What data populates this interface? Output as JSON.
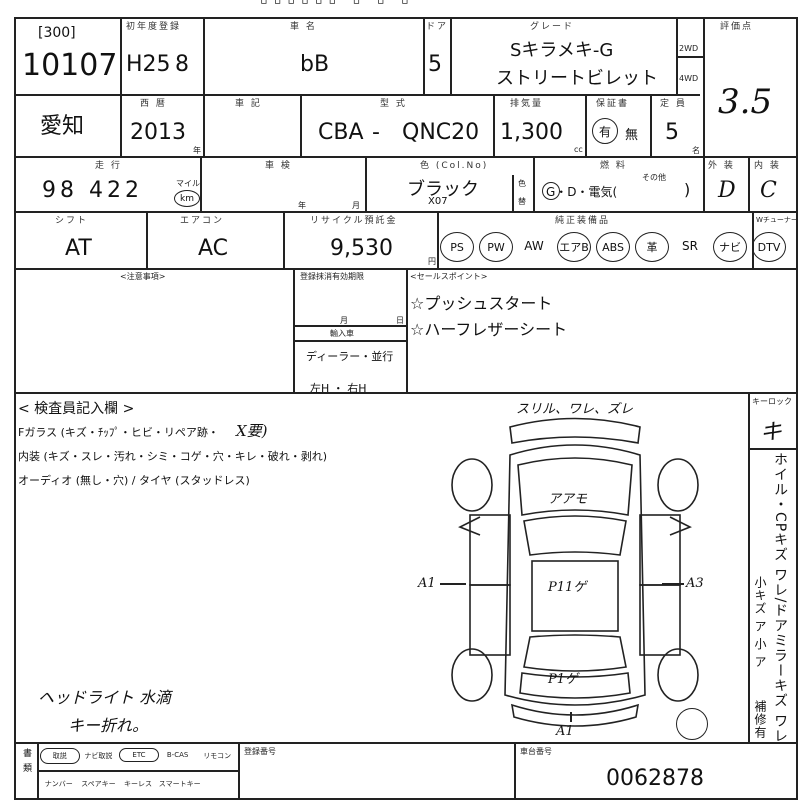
{
  "header": {
    "lot_code": "[300]",
    "lot_number": "10107",
    "year_label": "初年度登録",
    "year": "H25",
    "month": "8",
    "model_label": "車 名",
    "model": "bB",
    "doors_label": "ドア",
    "doors": "5",
    "grade_label": "グレード",
    "grade_line1": "Sキラメキ-G",
    "grade_line2": "ストリートビレット",
    "drive_2wd": "2WD",
    "drive_4wd": "4WD",
    "score_label": "評価点",
    "score": "3.5"
  },
  "row2": {
    "region": "愛知",
    "seireki_label": "西 暦",
    "seireki": "2013",
    "year_unit": "年",
    "shaken_label": "車 記",
    "type_label": "型 式",
    "type_prefix": "CBA",
    "type_dash": "-",
    "type_code": "QNC20",
    "displacement_label": "排気量",
    "displacement": "1,300",
    "cc": "cc",
    "warranty_label": "保証書",
    "warranty_yes": "有",
    "warranty_no": "無",
    "capacity_label": "定 員",
    "capacity": "5",
    "capacity_unit": "名"
  },
  "row3": {
    "mileage_label": "走 行",
    "mileage": "98 422",
    "mile_unit": "マイル",
    "km_unit": "km",
    "inspection_label": "車 検",
    "year_unit": "年",
    "month_unit": "月",
    "color_label": "色 (Col.No)",
    "color": "ブラック",
    "color_code": "X07",
    "color_change_1": "色",
    "color_change_2": "替",
    "fuel_label": "燃 料",
    "fuel_options": "G・D・電気(",
    "fuel_other": "その他",
    "fuel_close": ")",
    "exterior_label": "外 装",
    "exterior": "D",
    "interior_label": "内 装",
    "interior": "C"
  },
  "row4": {
    "shift_label": "シフト",
    "shift": "AT",
    "ac_label": "エアコン",
    "ac": "AC",
    "recycle_label": "リサイクル預託金",
    "recycle": "9,530",
    "yen": "円",
    "equipment_label": "純正装備品",
    "equipment": [
      "PS",
      "PW",
      "AW",
      "エアB",
      "ABS",
      "革",
      "SR",
      "ナビ",
      "DTV"
    ],
    "equipment_circled": [
      true,
      true,
      false,
      true,
      true,
      true,
      false,
      true,
      true
    ],
    "tv_label": "Wチューナー"
  },
  "notes": {
    "caution_label": "<注意事項>",
    "period_label": "登録抹消有効期限",
    "month_unit": "月",
    "day_unit": "日",
    "import_label": "輸入車",
    "dealer": "ディーラー・並行",
    "steering": "左H ・ 右H",
    "sales_label": "<セールスポイント>",
    "sales_points": [
      "☆プッシュスタート",
      "☆ハーフレザーシート"
    ]
  },
  "inspector": {
    "title": "< 検査員記入欄 >",
    "glass_line": "Fガラス (キズ・ﾁｯﾌﾟ・ヒビ・リペア跡・",
    "glass_mark": "X要)",
    "interior_line": "内装 (キズ・スレ・汚れ・シミ・コゲ・穴・キレ・破れ・剥れ)",
    "audio_line": "オーディオ (無し・穴) / タイヤ (スタッドレス)",
    "handwritten_line1": "ヘッドライト 水滴",
    "handwritten_line2": "キー折れ。"
  },
  "diagram": {
    "top_note": "スリル、ワレ、ズレ",
    "hood": "アアモ",
    "left": "A1",
    "right": "A3",
    "roof": "P11ゲ",
    "trunk": "P1ゲ",
    "rear": "A1"
  },
  "side_panel": {
    "lock_label": "キーロック",
    "lock_mark": "キ",
    "vertical_text_1": "ホイル・CPキズ ワレ/ドアミラーキズ ワレ",
    "vertical_text_2": "小キズ ア  小 ア",
    "vertical_text_3": "補修有"
  },
  "footer": {
    "docs_label": "書類",
    "items_row1": [
      "取説",
      "ナビ取説",
      "ETC",
      "B-CAS",
      "リモコン"
    ],
    "items_row1_circled": [
      true,
      false,
      true,
      false,
      false
    ],
    "items_row2": [
      "ナンバー",
      "スペアキー",
      "キーレス",
      "スマートキー"
    ],
    "reg_label": "登録番号",
    "chassis_label": "車台番号",
    "chassis": "0062878"
  }
}
